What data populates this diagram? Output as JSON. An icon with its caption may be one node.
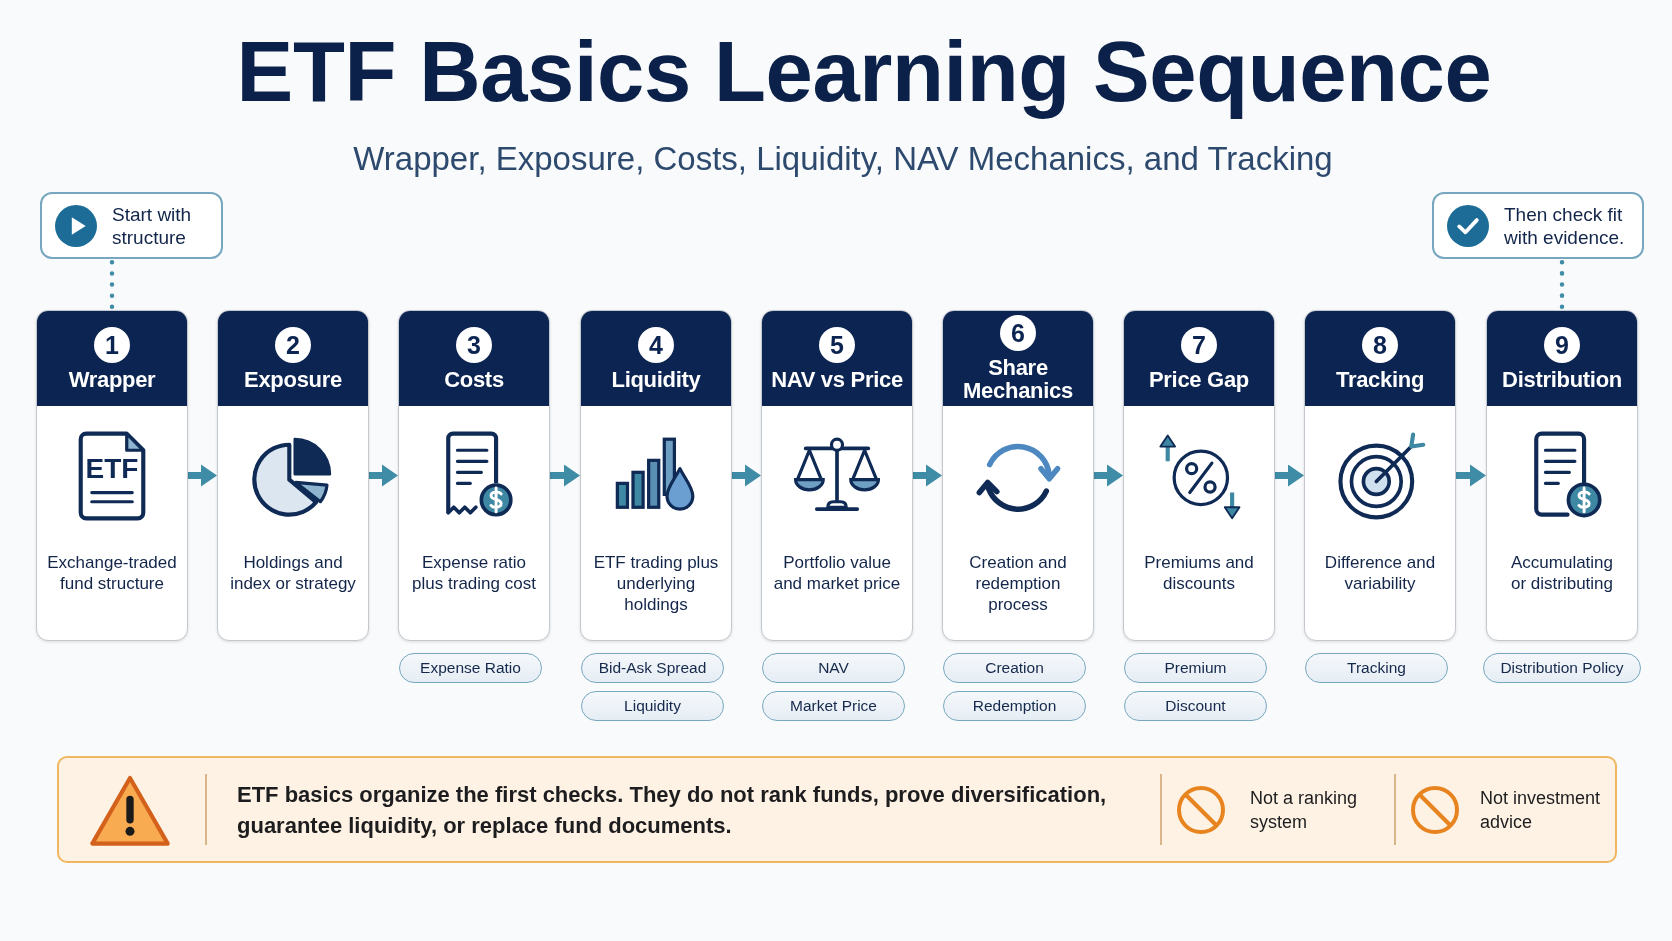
{
  "diagram": {
    "title": "ETF Basics Learning Sequence",
    "nodes": [
      {
        "text": [
          "Start with structure"
        ]
      },
      {
        "text": [
          "Then check fit with evidence."
        ]
      },
      {
        "text": [
          "1",
          "Wrapper",
          "ETF",
          "Exchange-traded fund structure"
        ]
      },
      {
        "text": [
          "2",
          "Exposure",
          "Holdings and index or strategy"
        ]
      },
      {
        "text": [
          "3",
          "Costs",
          "Expense ratio plus trading cost"
        ]
      },
      {
        "text": [
          "4",
          "Liquidity",
          "ETF trading plus underlying holdings"
        ]
      },
      {
        "text": [
          "5",
          "NAV vs Price",
          "Portfolio value and market price"
        ]
      },
      {
        "text": [
          "6",
          "Share Mechanics",
          "Creation and redemption process"
        ]
      },
      {
        "text": [
          "7",
          "Price Gap",
          "Premiums and discounts"
        ]
      },
      {
        "text": [
          "8",
          "Tracking",
          "Difference and variability"
        ]
      },
      {
        "text": [
          "9",
          "Distribution",
          "Accumulating or distributing"
        ]
      },
      {
        "text": [
          "Expense Ratio"
        ]
      },
      {
        "text": [
          "Bid-Ask Spread"
        ]
      },
      {
        "text": [
          "Liquidity"
        ]
      },
      {
        "text": [
          "NAV"
        ]
      },
      {
        "text": [
          "Market Price"
        ]
      },
      {
        "text": [
          "Creation"
        ]
      },
      {
        "text": [
          "Redemption"
        ]
      },
      {
        "text": [
          "Premium"
        ]
      },
      {
        "text": [
          "Discount"
        ]
      },
      {
        "text": [
          "Tracking"
        ]
      },
      {
        "text": [
          "Distribution Policy"
        ]
      },
      {
        "text": [
          "ETF basics organize the first checks. They do not rank funds, prove diversification, guarantee liquidity, or replace fund documents.",
          "Not a ranking system",
          "Not investment advice"
        ]
      }
    ],
    "edges": [
      {
        "from": 0,
        "to": 2,
        "arrow": "none",
        "style": "dashed"
      },
      {
        "from": 10,
        "to": 1,
        "arrow": "none",
        "style": "dashed"
      },
      {
        "from": 2,
        "to": 3,
        "arrow": "to"
      },
      {
        "from": 3,
        "to": 4,
        "arrow": "to"
      },
      {
        "from": 4,
        "to": 5,
        "arrow": "to"
      },
      {
        "from": 5,
        "to": 6,
        "arrow": "to"
      },
      {
        "from": 6,
        "to": 7,
        "arrow": "to"
      },
      {
        "from": 7,
        "to": 8,
        "arrow": "to"
      },
      {
        "from": 8,
        "to": 9,
        "arrow": "to"
      },
      {
        "from": 9,
        "to": 10,
        "arrow": "to"
      }
    ],
    "labels": [
      "Wrapper, Exposure, Costs, Liquidity, NAV Mechanics, and Tracking"
    ]
  }
}
